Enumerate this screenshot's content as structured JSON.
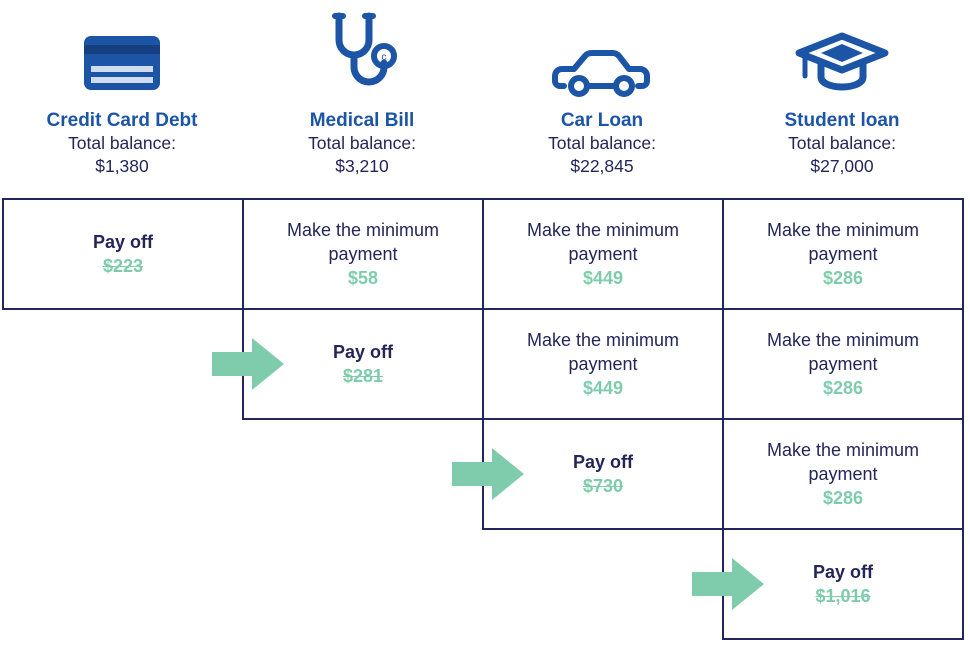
{
  "colors": {
    "navy": "#23265a",
    "blue": "#1d55a6",
    "green": "#7fccad"
  },
  "columns": [
    {
      "icon": "credit-card-icon",
      "title": "Credit Card Debt",
      "balance_label": "Total balance:",
      "balance": "$1,380"
    },
    {
      "icon": "stethoscope-icon",
      "title": "Medical Bill",
      "balance_label": "Total balance:",
      "balance": "$3,210"
    },
    {
      "icon": "car-icon",
      "title": "Car Loan",
      "balance_label": "Total balance:",
      "balance": "$22,845"
    },
    {
      "icon": "graduation-cap-icon",
      "title": "Student loan",
      "balance_label": "Total balance:",
      "balance": "$27,000"
    }
  ],
  "labels": {
    "pay_off": "Pay off",
    "minimum": "Make the minimum payment"
  },
  "steps": [
    {
      "payoff_amount": "$223",
      "minimums": [
        "$58",
        "$449",
        "$286"
      ]
    },
    {
      "payoff_amount": "$281",
      "minimums": [
        "$449",
        "$286"
      ]
    },
    {
      "payoff_amount": "$730",
      "minimums": [
        "$286"
      ]
    },
    {
      "payoff_amount": "$1,016",
      "minimums": []
    }
  ]
}
